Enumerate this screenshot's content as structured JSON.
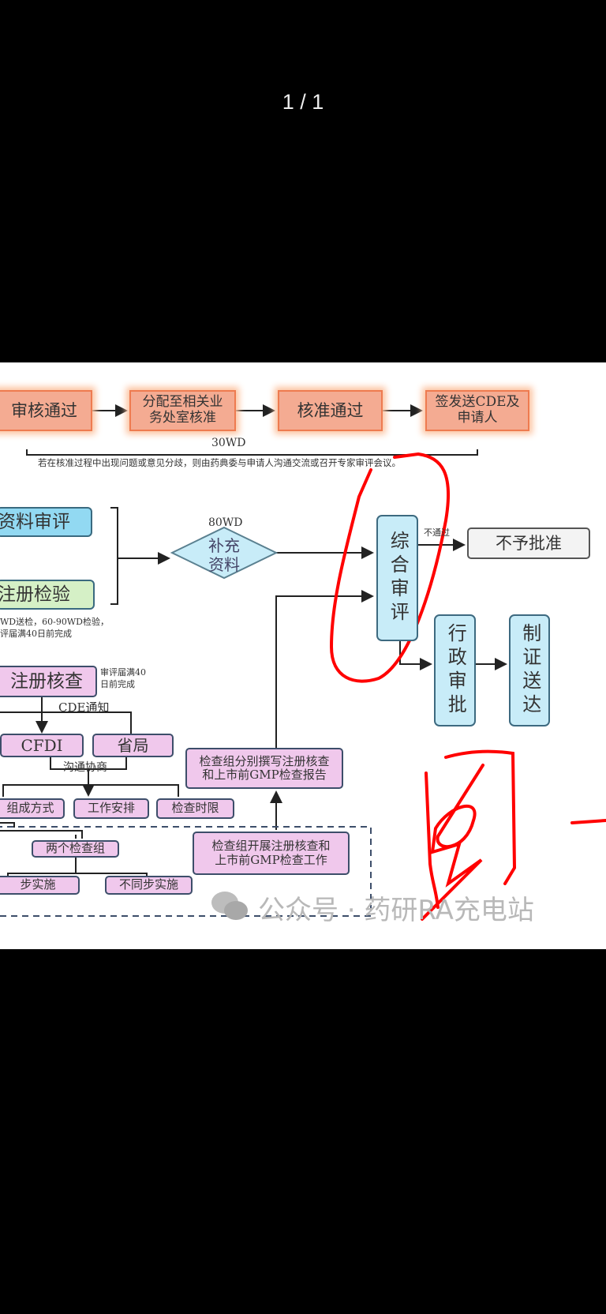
{
  "viewer": {
    "page_counter": "1 / 1"
  },
  "flow": {
    "top_row": [
      "审核通过",
      "分配至相关业\n务处室核准",
      "核准通过",
      "签发送CDE及\n申请人"
    ],
    "duration_30": "30WD",
    "note": "若在核准过程中出现问题或意见分歧，则由药典委与申请人沟通交流或召开专家审评会议。",
    "data_review": "资料审评",
    "registration_test": "注册检验",
    "test_note_1": "WD送检，60-90WD检验，",
    "test_note_2": "评届满40日前完成",
    "duration_80": "80WD",
    "supplement": "补充资料",
    "comprehensive_review": "综合审评",
    "fail_label": "不通过",
    "not_approved": "不予批准",
    "admin_approval": "行政审批",
    "certificate": "制证送达",
    "registration_inspection": "注册核查",
    "inspection_note_1": "审评届满40",
    "inspection_note_2": "日前完成",
    "cde_notice": "CDE通知",
    "cfdi": "CFDI",
    "province": "省局",
    "negotiation": "沟通协商",
    "composition": "组成方式",
    "work_arrangement": "工作安排",
    "time_limit": "检查时限",
    "two_groups": "两个检查组",
    "sync": "步实施",
    "async": "不同步实施",
    "conduct": "检查组开展注册核查和\n上市前GMP检查工作",
    "report": "检查组分别撰写注册核查\n和上市前GMP检查报告"
  },
  "watermark": "公众号 · 药研RA充电站",
  "colors": {
    "annotation": "#ff0000",
    "orange": "#f4ab92",
    "pink": "#f0c8ec",
    "blue": "#92d9f2"
  }
}
